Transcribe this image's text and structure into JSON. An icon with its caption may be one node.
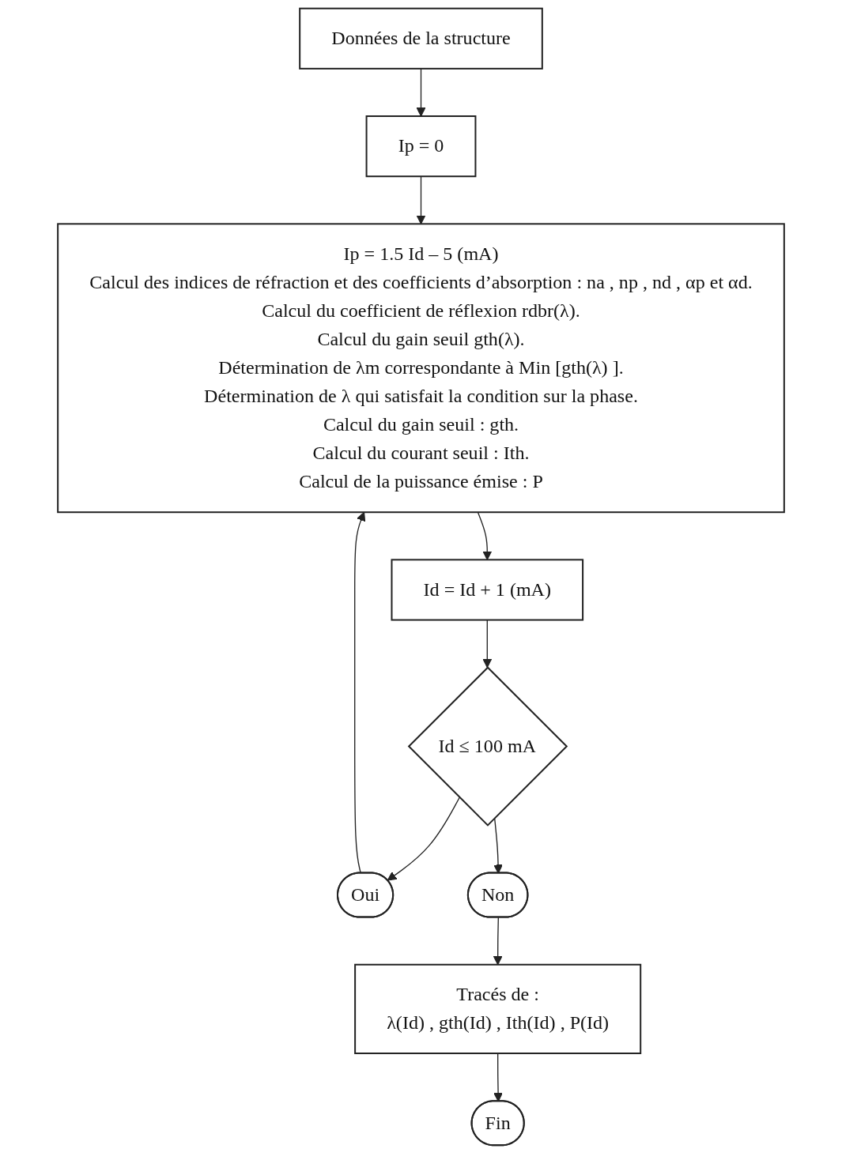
{
  "diagram": {
    "nodes": [
      {
        "text": [
          "Données de la structure"
        ]
      },
      {
        "text": [
          "Ip = 0"
        ]
      },
      {
        "text": [
          "Ip = 1.5 Id – 5 (mA)",
          "Calcul des indices de réfraction et des coefficients d’absorption : na , np , nd , αp et αd.",
          "Calcul du coefficient de réflexion rdbr(λ).",
          "Calcul du gain seuil gth(λ).",
          "Détermination de λm correspondante à Min [gth(λ) ].",
          "Détermination de λ qui satisfait la condition sur la phase.",
          "Calcul du gain seuil : gth.",
          "Calcul du courant seuil : Ith.",
          "Calcul de la puissance émise : P"
        ]
      },
      {
        "text": [
          "Id = Id + 1 (mA)"
        ]
      },
      {
        "text": [
          "Id ≤ 100 mA"
        ]
      },
      {
        "text": [
          "Oui"
        ]
      },
      {
        "text": [
          "Non"
        ]
      },
      {
        "text": [
          "Tracés de :",
          "λ(Id) , gth(Id) , Ith(Id) , P(Id)"
        ]
      },
      {
        "text": [
          "Fin"
        ]
      }
    ],
    "edges": [
      {
        "from": 0,
        "to": 1,
        "arrow": "to"
      },
      {
        "from": 1,
        "to": 2,
        "arrow": "to"
      },
      {
        "from": 2,
        "to": 3,
        "arrow": "to"
      },
      {
        "from": 3,
        "to": 4,
        "arrow": "to"
      },
      {
        "from": 4,
        "to": 5,
        "arrow": "to"
      },
      {
        "from": 5,
        "to": 2,
        "arrow": "to"
      },
      {
        "from": 4,
        "to": 6,
        "arrow": "to"
      },
      {
        "from": 6,
        "to": 7,
        "arrow": "to"
      },
      {
        "from": 7,
        "to": 8,
        "arrow": "to"
      }
    ]
  }
}
